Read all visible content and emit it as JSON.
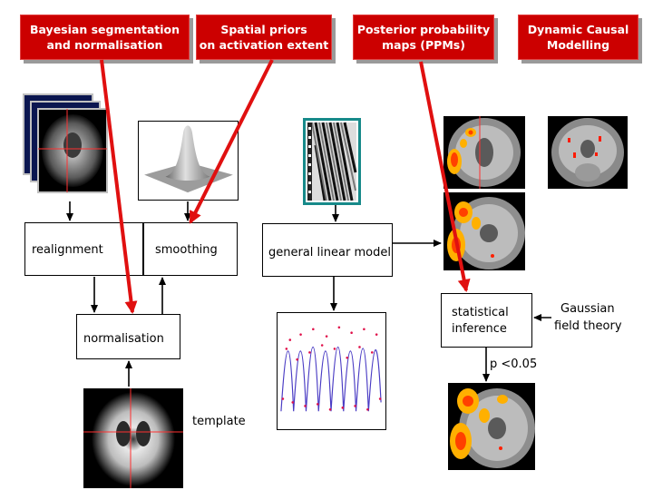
{
  "headers": [
    {
      "line1": "Bayesian segmentation",
      "line2": "and normalisation"
    },
    {
      "line1": "Spatial priors",
      "line2": "on activation extent"
    },
    {
      "line1": "Posterior probability",
      "line2": "maps (PPMs)"
    },
    {
      "line1": "Dynamic Causal",
      "line2": "Modelling"
    }
  ],
  "boxes": {
    "realignment": "realignment",
    "smoothing": "smoothing",
    "glm": "general linear model",
    "normalisation": "normalisation",
    "inference_line1": "statistical",
    "inference_line2": "inference"
  },
  "labels": {
    "gaussian_line1": "Gaussian",
    "gaussian_line2": "field theory",
    "threshold": "p <0.05",
    "template": "template"
  },
  "colors": {
    "header_bg": "#cc0000",
    "arrow_red": "#e01010",
    "design_border": "#178a8a"
  }
}
